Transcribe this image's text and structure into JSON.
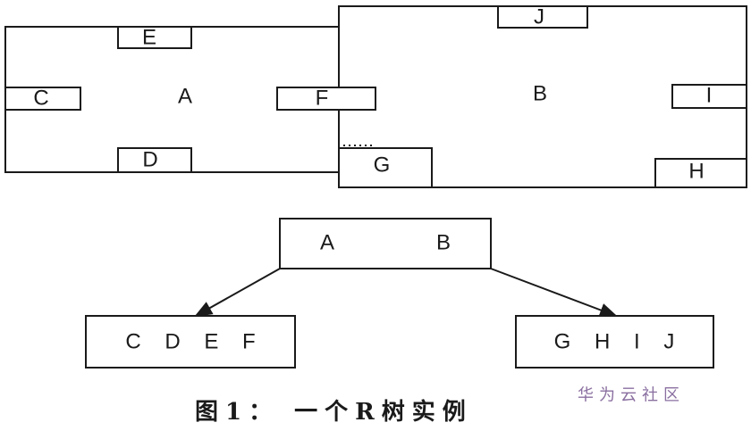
{
  "regions": {
    "A": {
      "label": "A",
      "children": [
        "E",
        "C",
        "F",
        "D"
      ]
    },
    "B": {
      "label": "B",
      "children": [
        "J",
        "I",
        "H",
        "G"
      ]
    },
    "E": {
      "label": "E"
    },
    "C": {
      "label": "C"
    },
    "F": {
      "label": "F"
    },
    "D": {
      "label": "D"
    },
    "J": {
      "label": "J"
    },
    "I": {
      "label": "I"
    },
    "H": {
      "label": "H"
    },
    "G": {
      "label": "G"
    }
  },
  "tree": {
    "root": {
      "text": "A   B"
    },
    "left": {
      "text": "C D E F"
    },
    "right": {
      "text": "G H I J"
    }
  },
  "caption": "图1： 一个R树实例",
  "watermark": "华为云社区"
}
